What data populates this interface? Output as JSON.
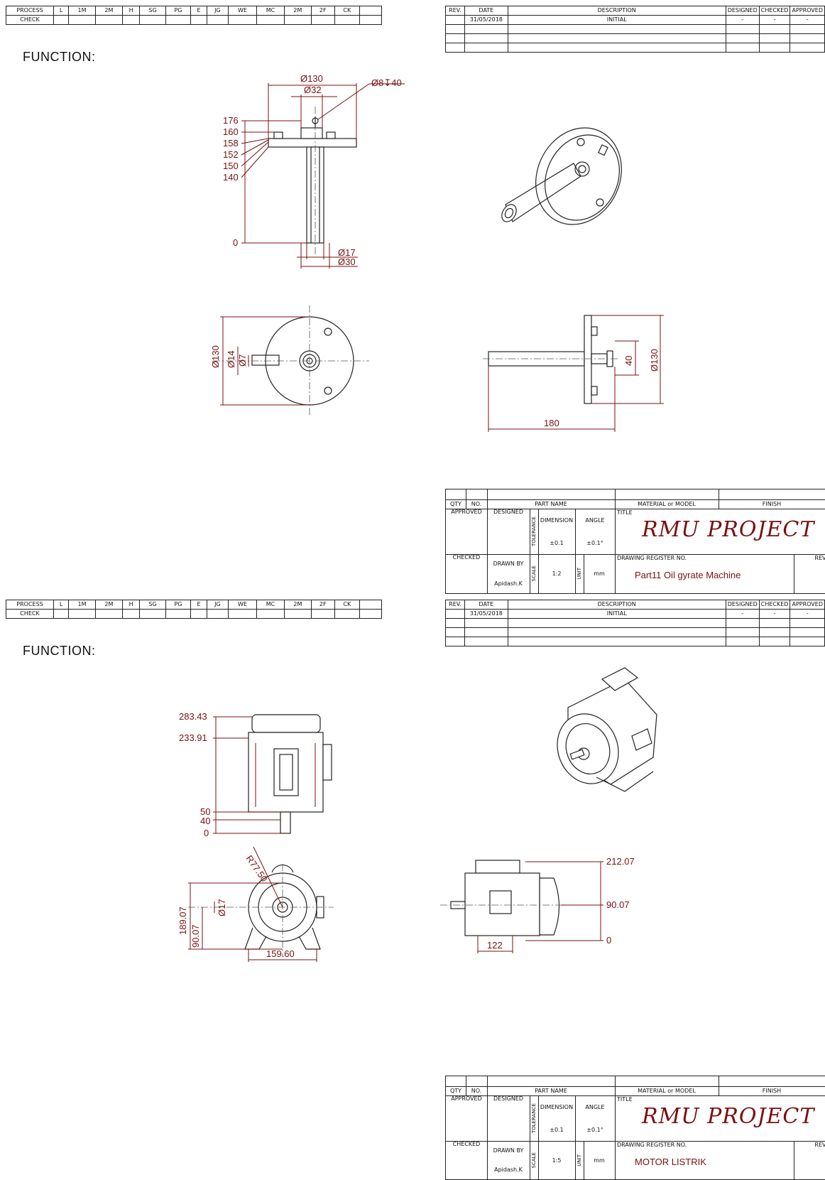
{
  "process_header": [
    "PROCESS",
    "L",
    "1M",
    "2M",
    "H",
    "SG",
    "PG",
    "E",
    "JG",
    "WE",
    "MC",
    "2M",
    "2F",
    "CK"
  ],
  "check_label": "CHECK",
  "revision_table": {
    "headers": [
      "REV.",
      "DATE",
      "DESCRIPTION",
      "DESIGNED",
      "CHECKED",
      "APPROVED"
    ],
    "row": {
      "date": "31/05/2018",
      "description": "INITIAL",
      "designed": "-",
      "checked": "-",
      "approved": "-"
    }
  },
  "function_label": "FUNCTION:",
  "title_block_labels": {
    "qty": "QTY",
    "no": "NO.",
    "part_name": "PART NAME",
    "material": "MATERIAL or MODEL",
    "finish": "FINISH",
    "approved": "APPROVED",
    "designed": "DESIGNED",
    "tolerance": "TOLERANCE",
    "dimension": "DIMENSION",
    "angle": "ANGLE",
    "title": "TITLE",
    "dim_tol": "±0.1",
    "angle_tol": "±0.1°",
    "checked": "CHECKED",
    "drawn_by": "DRAWN BY",
    "drawing_register_no": "DRAWING REGISTER NO.",
    "rev": "REV.",
    "scale": "SCALE",
    "unit": "UNIT",
    "unit_value": "mm",
    "drawer": "Apidash.K"
  },
  "sheets": [
    {
      "project": "RMU PROJECT",
      "scale": "1:2",
      "register_no": "Part11 Oil gyrate Machine",
      "dims": {
        "d130": "Ø130",
        "d32": "Ø32",
        "hole": "Ø8↧40",
        "h176": "176",
        "h160": "160",
        "h158": "158",
        "h152": "152",
        "h150": "150",
        "h140": "140",
        "h0": "0",
        "d17": "Ø17",
        "d30": "Ø30",
        "s_d130": "Ø130",
        "s_d14": "Ø14",
        "s_d7": "Ø7",
        "r40": "40",
        "r_d130": "Ø130",
        "r180": "180"
      }
    },
    {
      "project": "RMU PROJECT",
      "scale": "1:5",
      "register_no": "MOTOR LISTRIK",
      "dims": {
        "h28343": "283.43",
        "h23391": "233.91",
        "h50": "50",
        "h40": "40",
        "h0": "0",
        "r7750": "R77.50",
        "d17": "Ø17",
        "h18907": "189.07",
        "h9007": "90.07",
        "w15960": "159.60",
        "h21207": "212.07",
        "h9007b": "90.07",
        "h0b": "0",
        "w122": "122"
      }
    }
  ]
}
